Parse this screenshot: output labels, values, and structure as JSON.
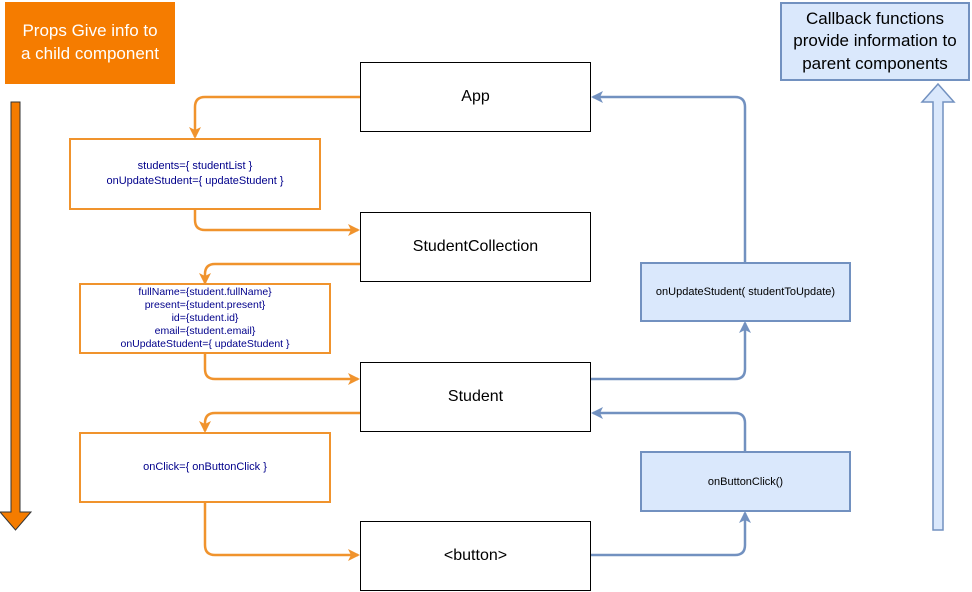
{
  "notes": {
    "props_note": [
      "Props Give info to",
      "a child component"
    ],
    "callback_note": [
      "Callback functions",
      "provide information to",
      "parent components"
    ]
  },
  "components": {
    "app": "App",
    "student_collection": "StudentCollection",
    "student": "Student",
    "button": "<button>"
  },
  "props": {
    "app_to_collection": [
      "students={ studentList }",
      "onUpdateStudent={ updateStudent }"
    ],
    "collection_to_student": [
      "fullName={student.fullName}",
      "present={student.present}",
      "id={student.id}",
      "email={student.email}",
      "onUpdateStudent={ updateStudent }"
    ],
    "student_to_button": [
      "onClick={ onButtonClick }"
    ]
  },
  "callbacks": {
    "student_to_collection": "onUpdateStudent( studentToUpdate)",
    "button_to_student": "onButtonClick()"
  },
  "colors": {
    "props_stroke": "#f0932d",
    "props_text": "#00008b",
    "callback_stroke": "#7291c0",
    "callback_fill": "#dae8fc",
    "note_orange": "#f57c00"
  }
}
